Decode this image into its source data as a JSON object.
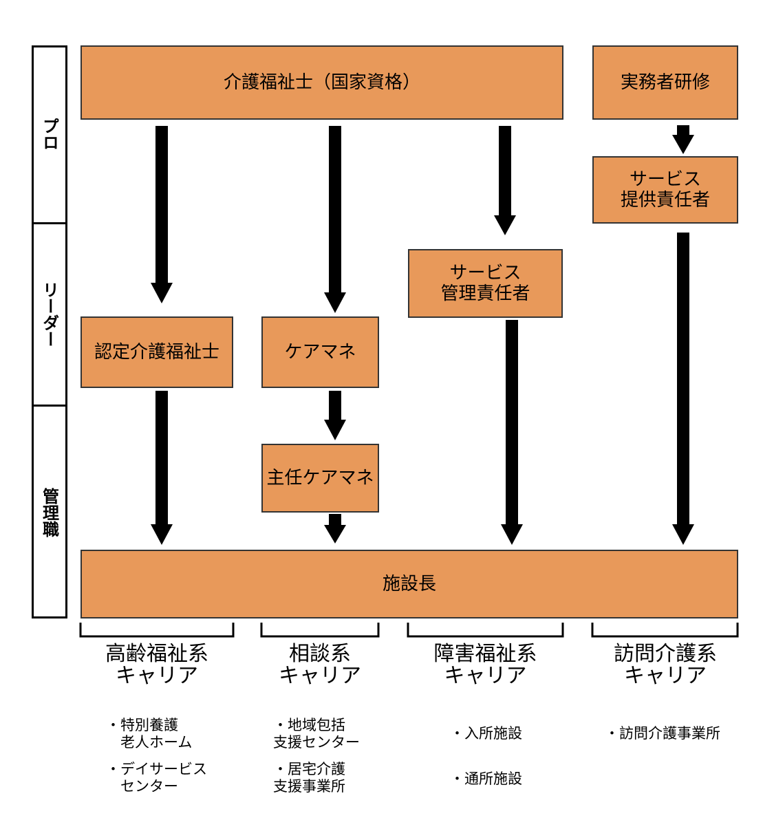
{
  "levels": {
    "pro": "プロ",
    "leader": "リーダー",
    "manager": "管理職"
  },
  "boxes": {
    "kaigo_fukushishi": "介護福祉士（国家資格）",
    "jitsumusha_kenshu": "実務者研修",
    "service_teikyo": "サービス\n提供責任者",
    "service_kanri": "サービス\n管理責任者",
    "nintei_kaigo": "認定介護福祉士",
    "caremane": "ケアマネ",
    "shunin_caremane": "主任ケアマネ",
    "shisetsucho": "施設長"
  },
  "careers": [
    {
      "name": "高齢福祉系\nキャリア",
      "items": [
        "・特別養護\n　老人ホーム",
        "・デイサービス\n　センター"
      ]
    },
    {
      "name": "相談系\nキャリア",
      "items": [
        "・地域包括\n支援センター",
        "・居宅介護\n支援事業所"
      ]
    },
    {
      "name": "障害福祉系\nキャリア",
      "items": [
        "・入所施設",
        "・通所施設"
      ]
    },
    {
      "name": "訪問介護系\nキャリア",
      "items": [
        "・訪問介護事業所"
      ]
    }
  ],
  "colors": {
    "box_fill": "#E8995A",
    "arrow": "#000000"
  }
}
